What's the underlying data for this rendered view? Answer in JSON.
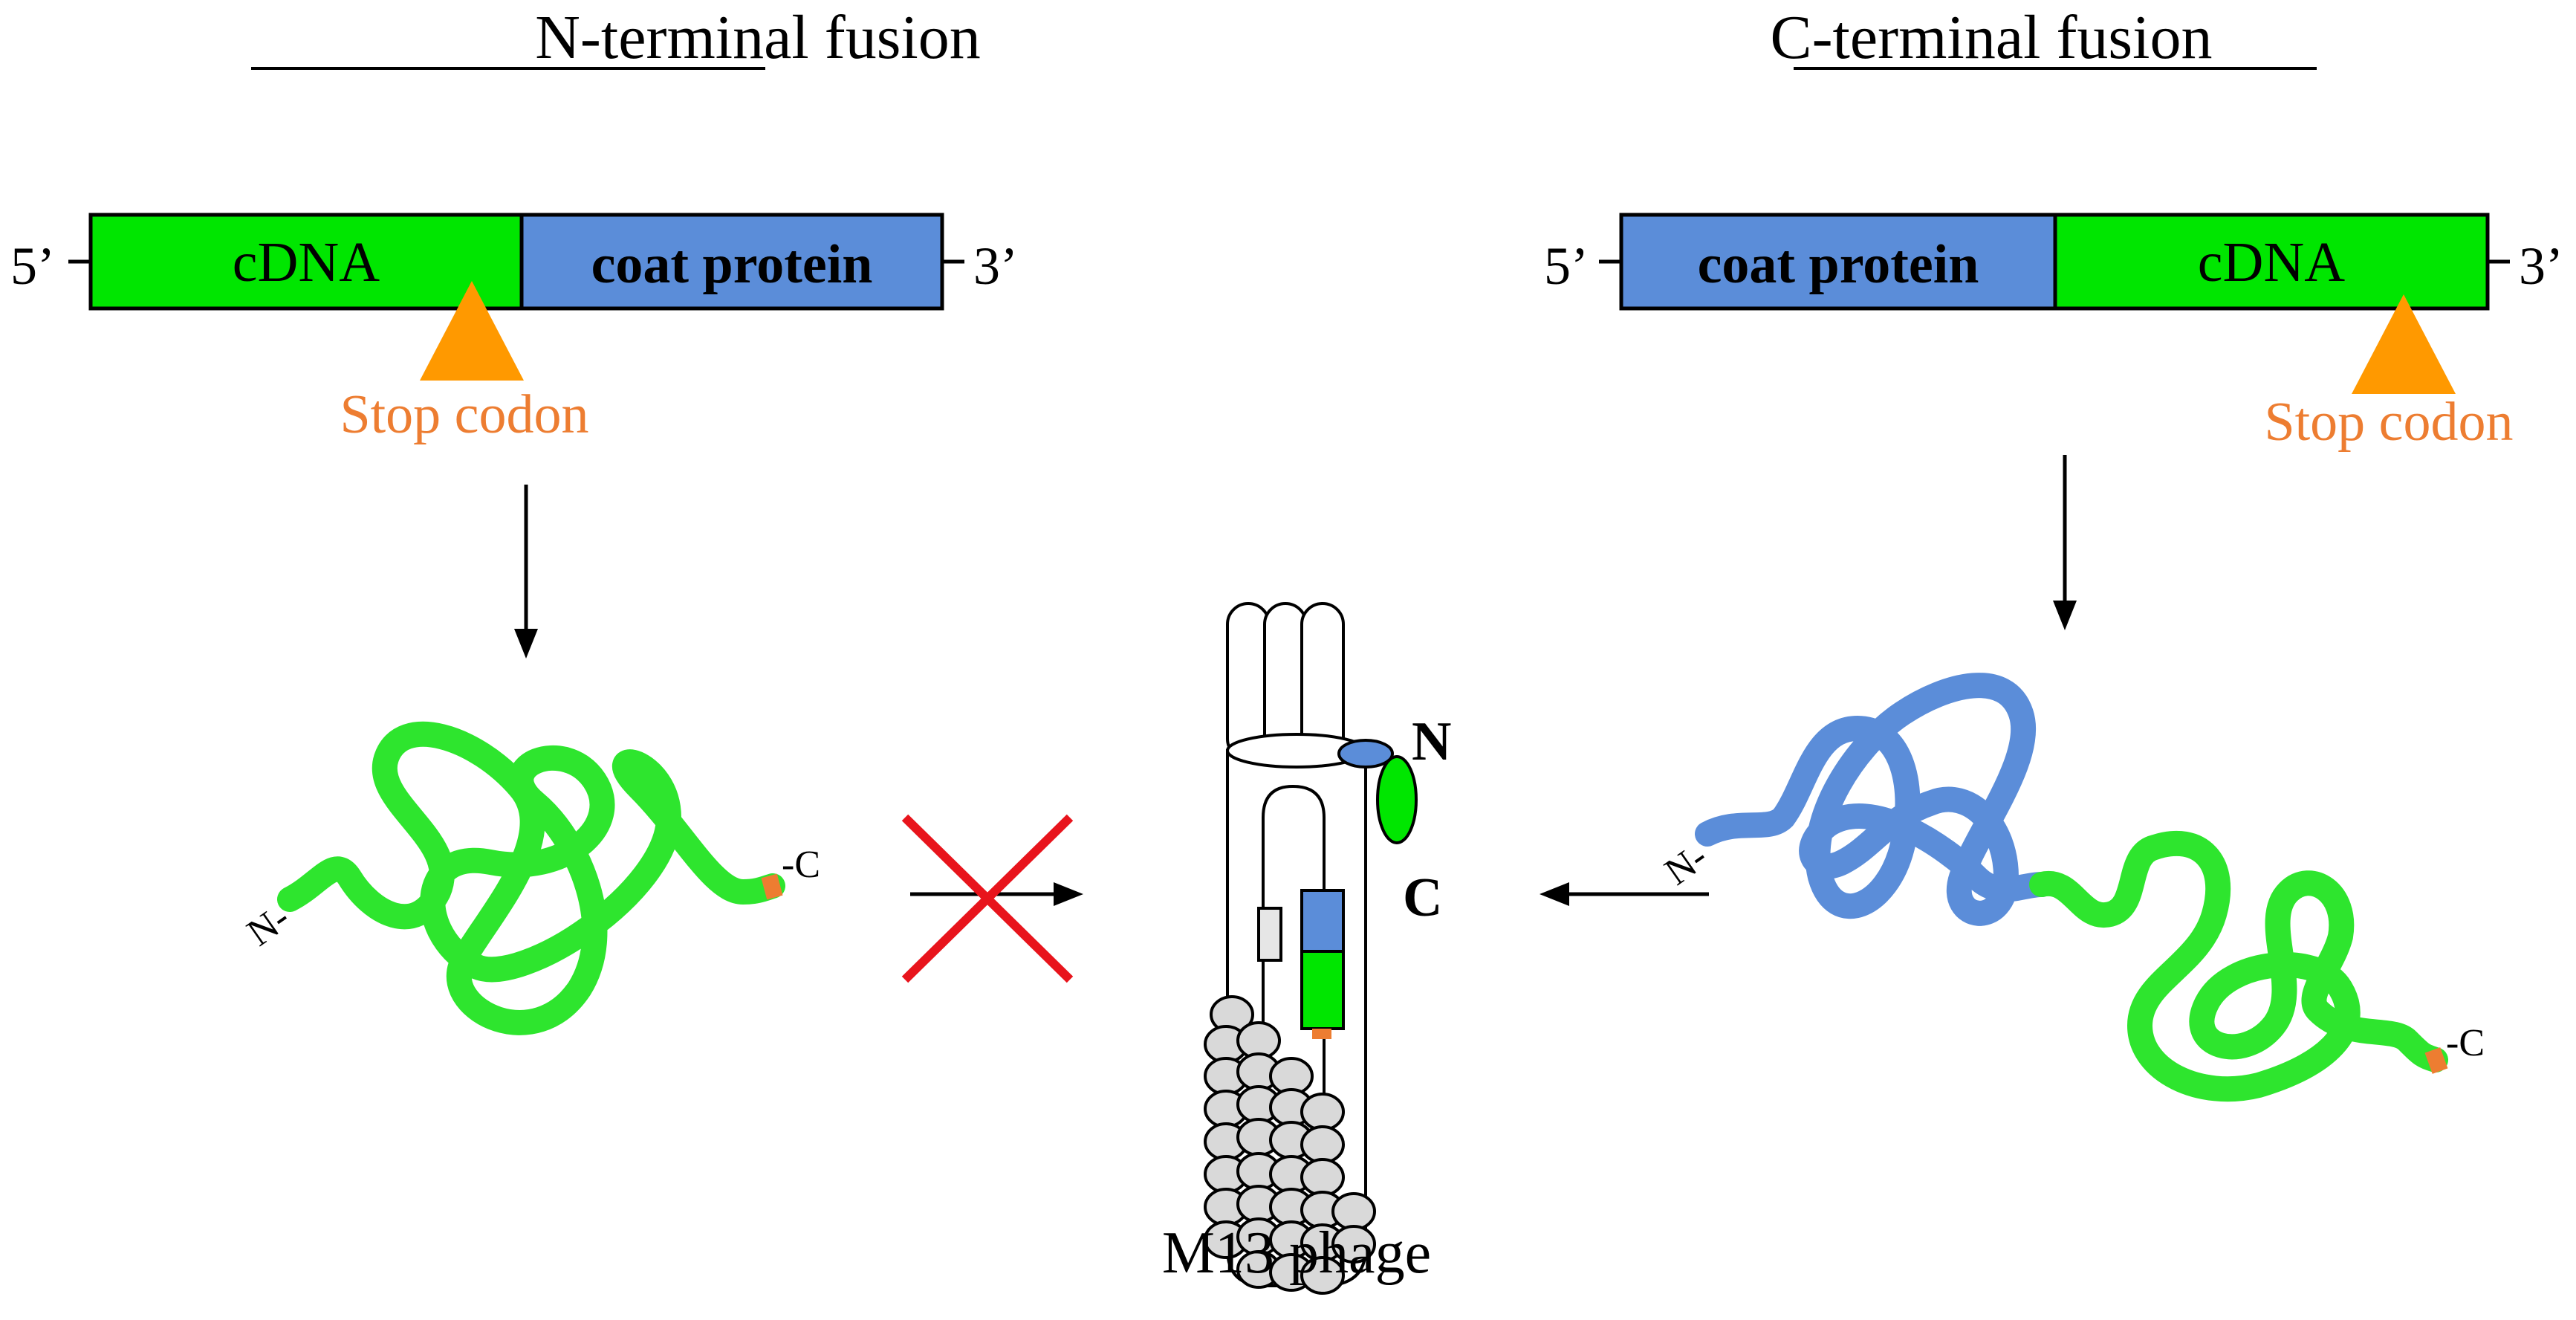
{
  "left_panel": {
    "heading": "N-terminal fusion",
    "five_prime": "5’",
    "three_prime": "3’",
    "segment_1": "cDNA",
    "segment_2": "coat protein",
    "stop_label": "Stop codon",
    "n_term": "N-",
    "c_term": "-C"
  },
  "right_panel": {
    "heading": "C-terminal fusion",
    "five_prime": "5’",
    "three_prime": "3’",
    "segment_1": "coat protein",
    "segment_2": "cDNA",
    "stop_label": "Stop codon",
    "n_term": "N-",
    "c_term": "-C"
  },
  "phage": {
    "label": "M13 phage",
    "n_label": "N",
    "c_label": "C"
  },
  "colors": {
    "cdna": "#00E600",
    "coat_protein": "#5B8DD9",
    "stop_codon": "#ED7D31",
    "blocked": "#E8141C",
    "capsid": "#D9D9D9"
  }
}
